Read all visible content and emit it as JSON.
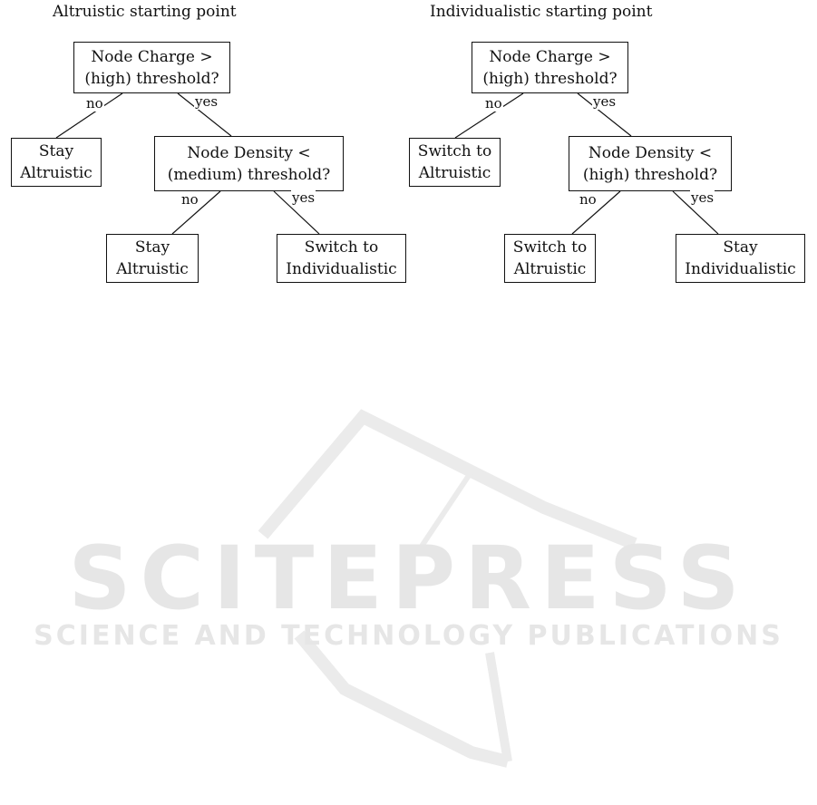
{
  "diagrams": [
    {
      "title": "Altruistic starting point",
      "root": {
        "line1": "Node Charge >",
        "line2": "(high) threshold?"
      },
      "root_no_label": "no",
      "root_yes_label": "yes",
      "leaf_left": {
        "line1": "Stay",
        "line2": "Altruistic"
      },
      "mid": {
        "line1": "Node Density <",
        "line2": "(medium) threshold?"
      },
      "mid_no_label": "no",
      "mid_yes_label": "yes",
      "leaf_mid_left": {
        "line1": "Stay",
        "line2": "Altruistic"
      },
      "leaf_mid_right": {
        "line1": "Switch to",
        "line2": "Individualistic"
      }
    },
    {
      "title": "Individualistic starting point",
      "root": {
        "line1": "Node Charge >",
        "line2": "(high) threshold?"
      },
      "root_no_label": "no",
      "root_yes_label": "yes",
      "leaf_left": {
        "line1": "Switch to",
        "line2": "Altruistic"
      },
      "mid": {
        "line1": "Node Density <",
        "line2": "(high) threshold?"
      },
      "mid_no_label": "no",
      "mid_yes_label": "yes",
      "leaf_mid_left": {
        "line1": "Switch to",
        "line2": "Altruistic"
      },
      "leaf_mid_right": {
        "line1": "Stay",
        "line2": "Individualistic"
      }
    }
  ],
  "watermark": {
    "brand": "SCITEPRESS",
    "tagline": "SCIENCE AND TECHNOLOGY PUBLICATIONS"
  }
}
